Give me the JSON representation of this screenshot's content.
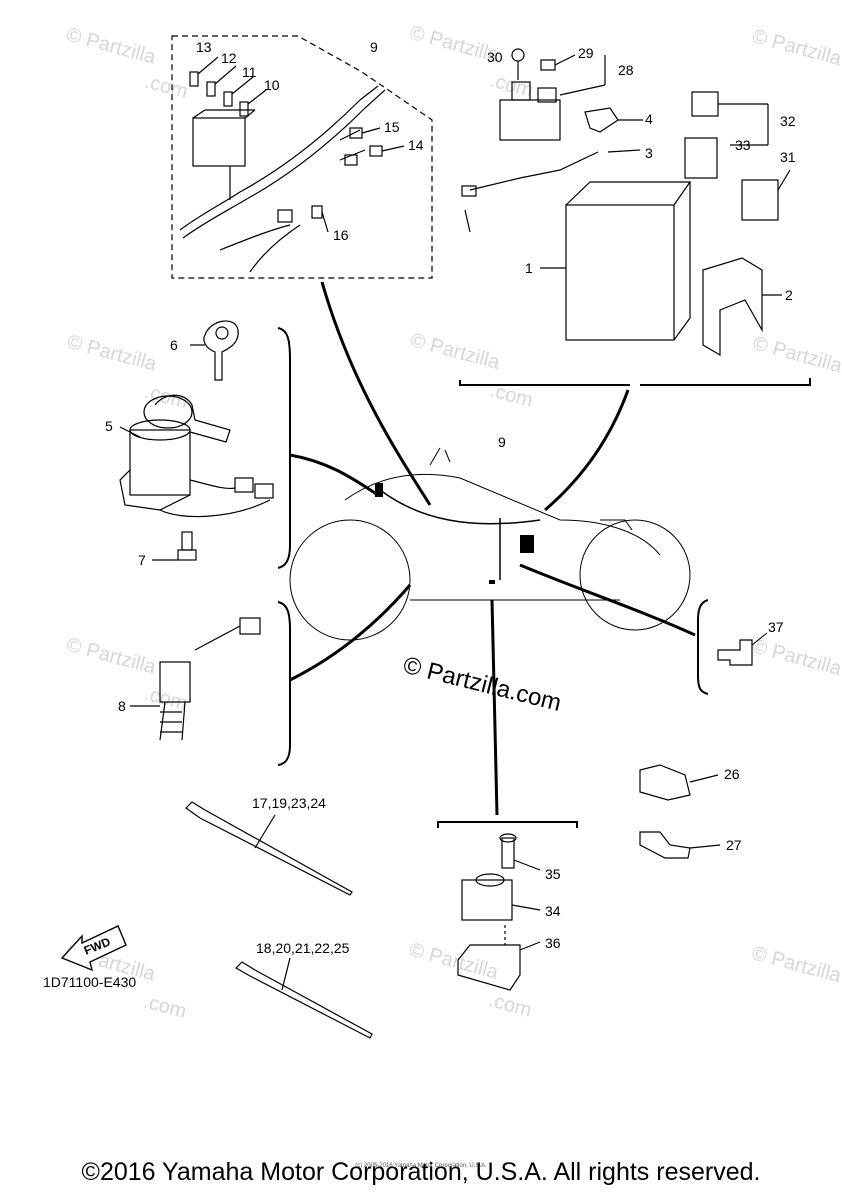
{
  "diagram": {
    "part_labels": {
      "p1": "1",
      "p2": "2",
      "p3": "3",
      "p4": "4",
      "p5": "5",
      "p6": "6",
      "p7": "7",
      "p8": "8",
      "p9a": "9",
      "p9b": "9",
      "p10": "10",
      "p11": "11",
      "p12": "12",
      "p13": "13",
      "p14": "14",
      "p15": "15",
      "p16": "16",
      "p17": "17,19,23,24",
      "p18": "18,20,21,22,25",
      "p26": "26",
      "p27": "27",
      "p28": "28",
      "p29": "29",
      "p30": "30",
      "p31": "31",
      "p32": "32",
      "p33": "33",
      "p34": "34",
      "p35": "35",
      "p36": "36",
      "p37": "37"
    },
    "fwd_label": "FWD",
    "diagram_code": "1D71100-E430",
    "watermark_main": "© Partzilla.com",
    "watermark_tile_top": "© Partzilla",
    "watermark_tile_bottom": ".com",
    "tiny_credit": "(c) 2005-2016 Yamaha Motor Corporation, U.S.A.",
    "copyright": "©2016 Yamaha Motor Corporation, U.S.A. All rights reserved."
  }
}
